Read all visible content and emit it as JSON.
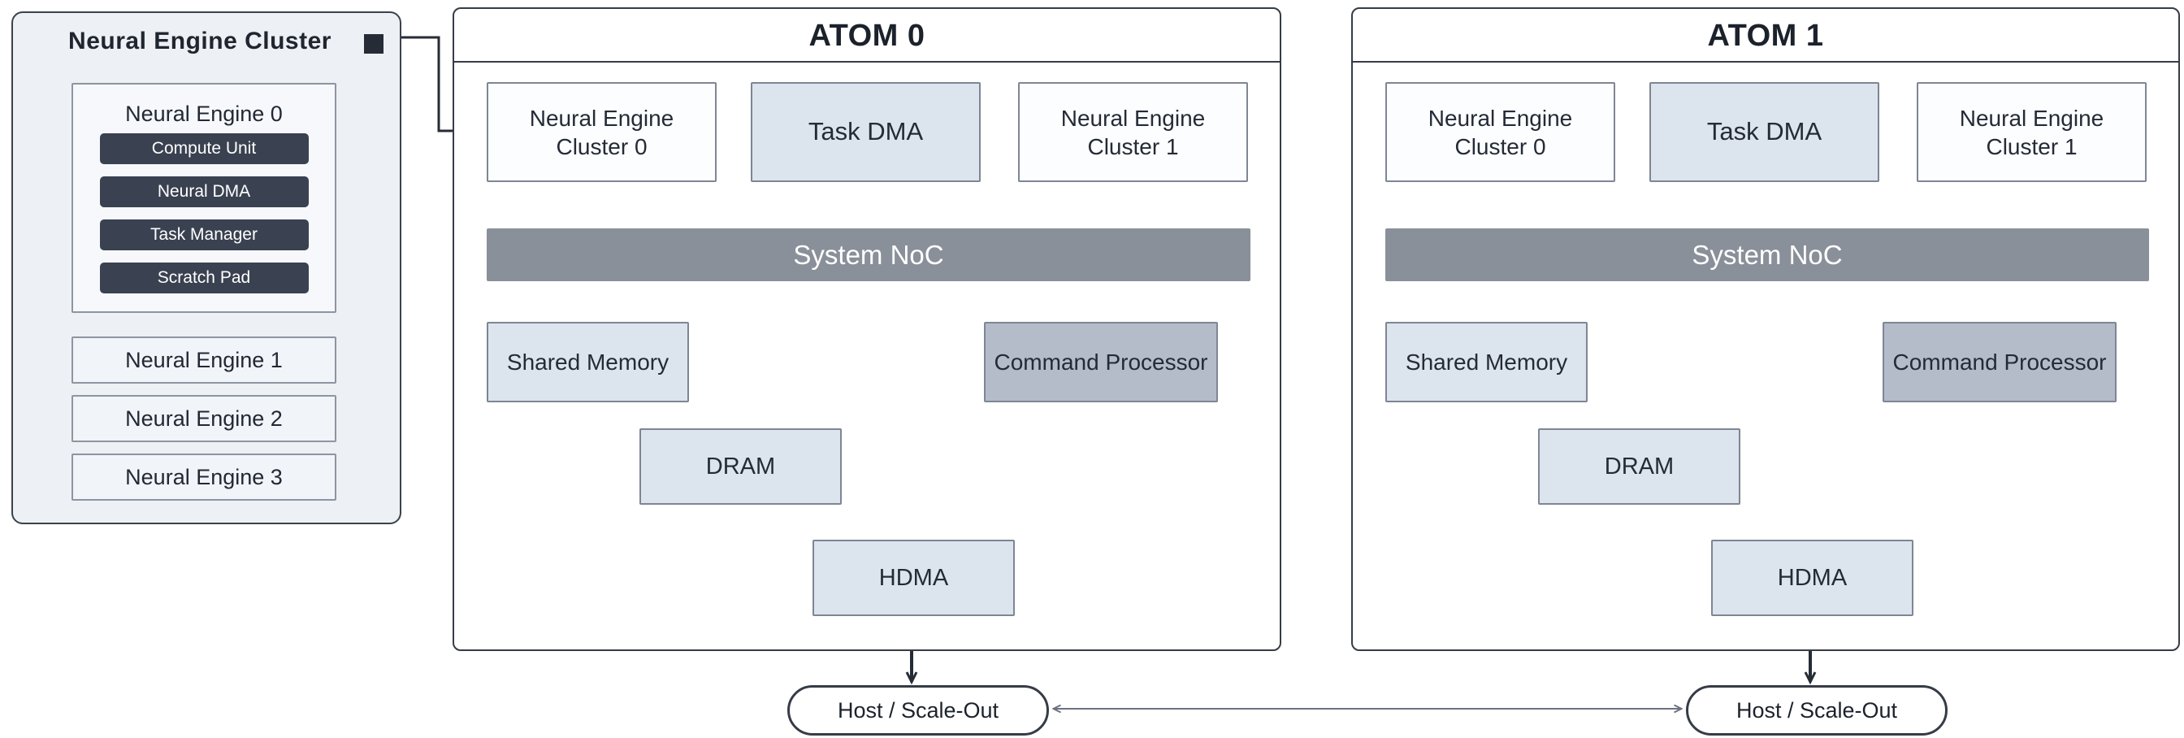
{
  "colors": {
    "panel_fill": "#edf0f4",
    "node_light_fill": "#dce4ee",
    "node_white_fill": "#fcfdfe",
    "noc_fill": "#8a9099",
    "command_fill": "#b4bcc9",
    "dark_pill_fill": "#3a4150",
    "arrow_color": "#6b7280",
    "dark_line_color": "#262c35",
    "text_color": "#222834"
  },
  "left_panel": {
    "title": "Neural Engine Cluster",
    "engine0": {
      "title": "Neural Engine 0",
      "components": [
        "Compute Unit",
        "Neural DMA",
        "Task Manager",
        "Scratch Pad"
      ]
    },
    "engines": [
      "Neural Engine 1",
      "Neural Engine 2",
      "Neural Engine 3"
    ]
  },
  "atoms": [
    {
      "title": "ATOM 0",
      "cluster0": "Neural Engine Cluster 0",
      "task_dma": "Task DMA",
      "cluster1": "Neural Engine Cluster 1",
      "noc": "System NoC",
      "shared_memory": "Shared Memory",
      "command_processor": "Command Processor",
      "dram": "DRAM",
      "hdma": "HDMA"
    },
    {
      "title": "ATOM 1",
      "cluster0": "Neural Engine Cluster 0",
      "task_dma": "Task DMA",
      "cluster1": "Neural Engine Cluster 1",
      "noc": "System NoC",
      "shared_memory": "Shared Memory",
      "command_processor": "Command Processor",
      "dram": "DRAM",
      "hdma": "HDMA"
    }
  ],
  "host": {
    "label": "Host / Scale-Out"
  }
}
